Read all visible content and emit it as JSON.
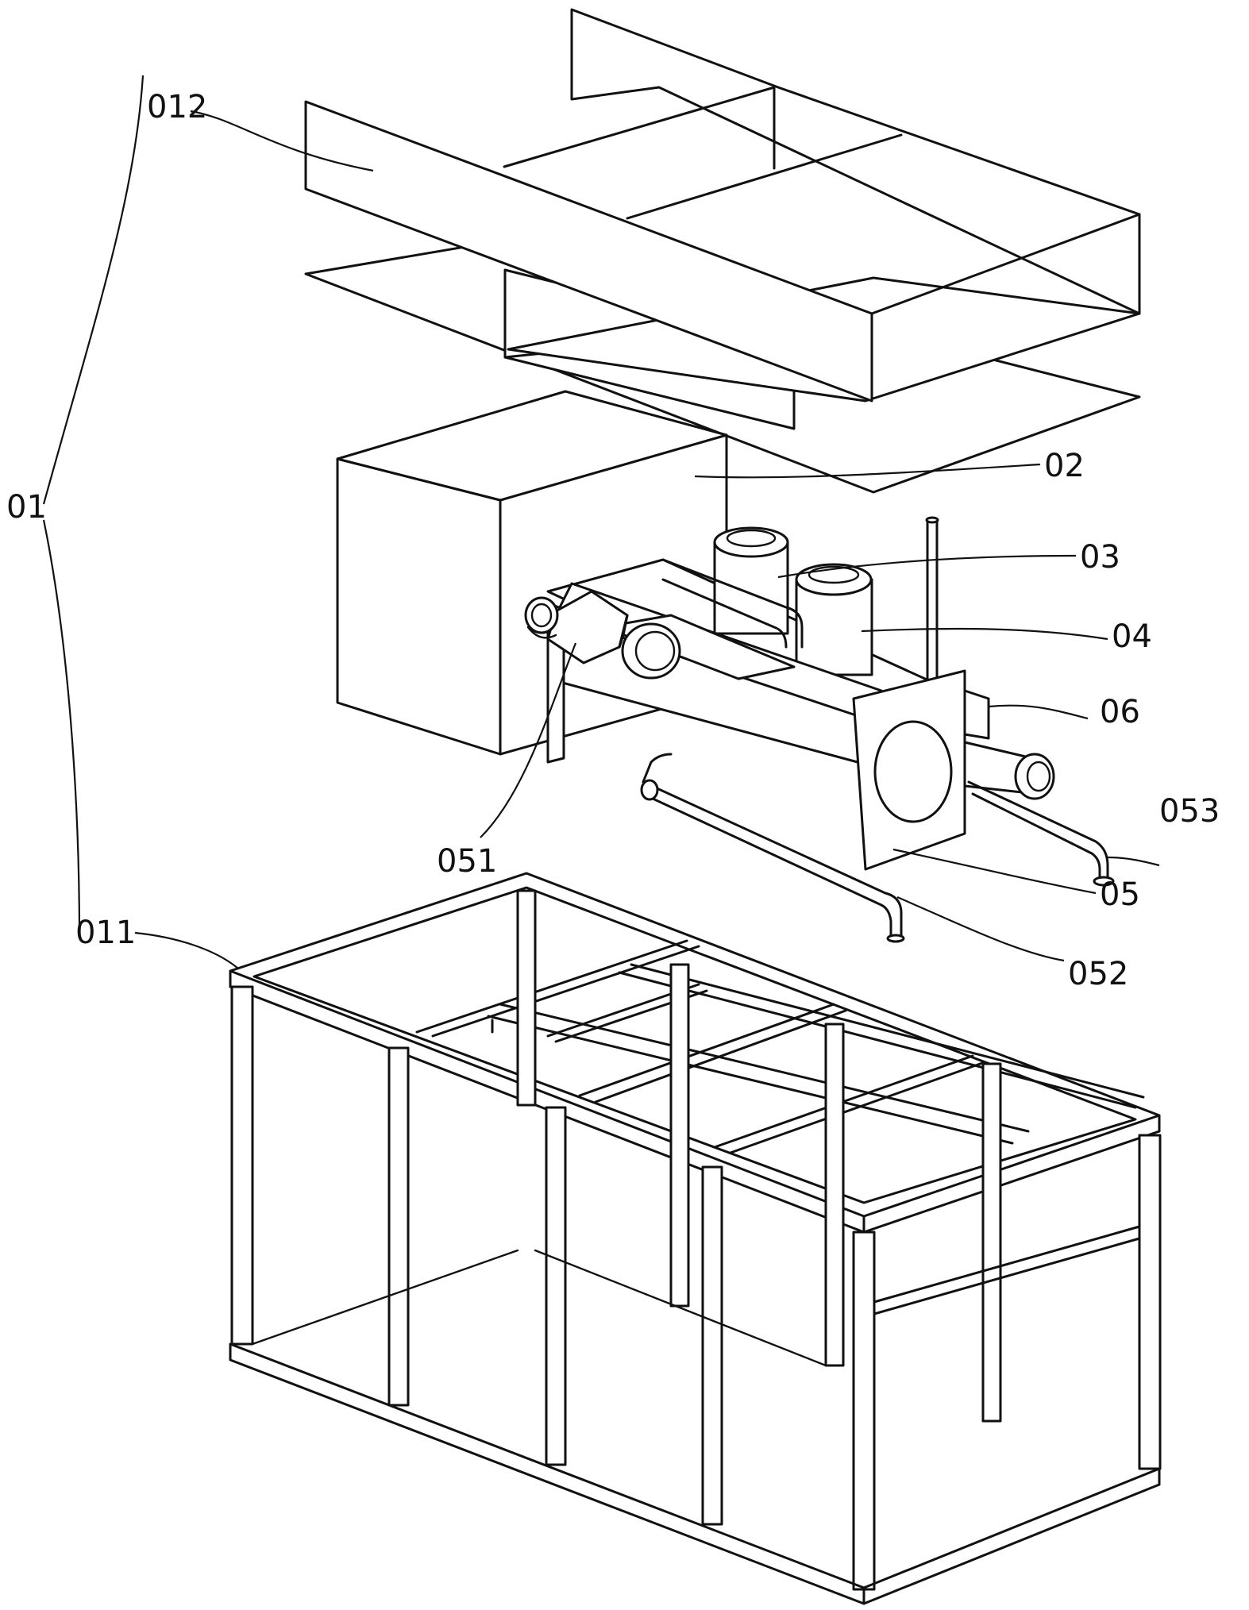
{
  "labels": {
    "l01": "01",
    "l012": "012",
    "l011": "011",
    "l02": "02",
    "l03": "03",
    "l04": "04",
    "l06": "06",
    "l053": "053",
    "l051": "051",
    "l05": "05",
    "l052": "052"
  },
  "colors": {
    "line": "#111111",
    "background": "#ffffff"
  }
}
